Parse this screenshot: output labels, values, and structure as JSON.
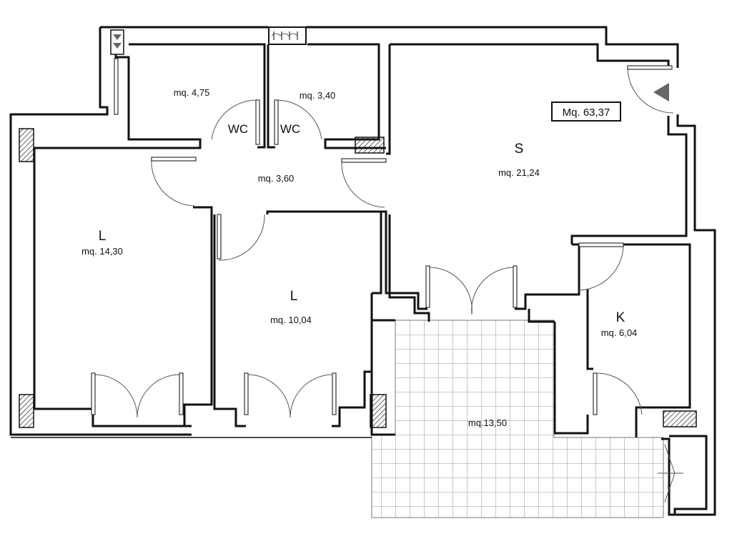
{
  "total_area": "Mq. 63,37",
  "rooms": {
    "bathroom_left": {
      "area": "mq. 4,75"
    },
    "bathroom_right": {
      "area": "mq. 3,40"
    },
    "wc_left": {
      "label": "WC"
    },
    "wc_right": {
      "label": "WC"
    },
    "hallway": {
      "area": "mq. 3,60"
    },
    "living": {
      "label": "S",
      "area": "mq. 21,24"
    },
    "bedroom_large": {
      "label": "L",
      "area": "mq. 14,30"
    },
    "bedroom_small": {
      "label": "L",
      "area": "mq. 10,04"
    },
    "kitchen": {
      "label": "K",
      "area": "mq. 6,04"
    },
    "terrace": {
      "area": "mq.13,50"
    }
  },
  "icons": {
    "entrance": "entrance-arrow-icon"
  }
}
